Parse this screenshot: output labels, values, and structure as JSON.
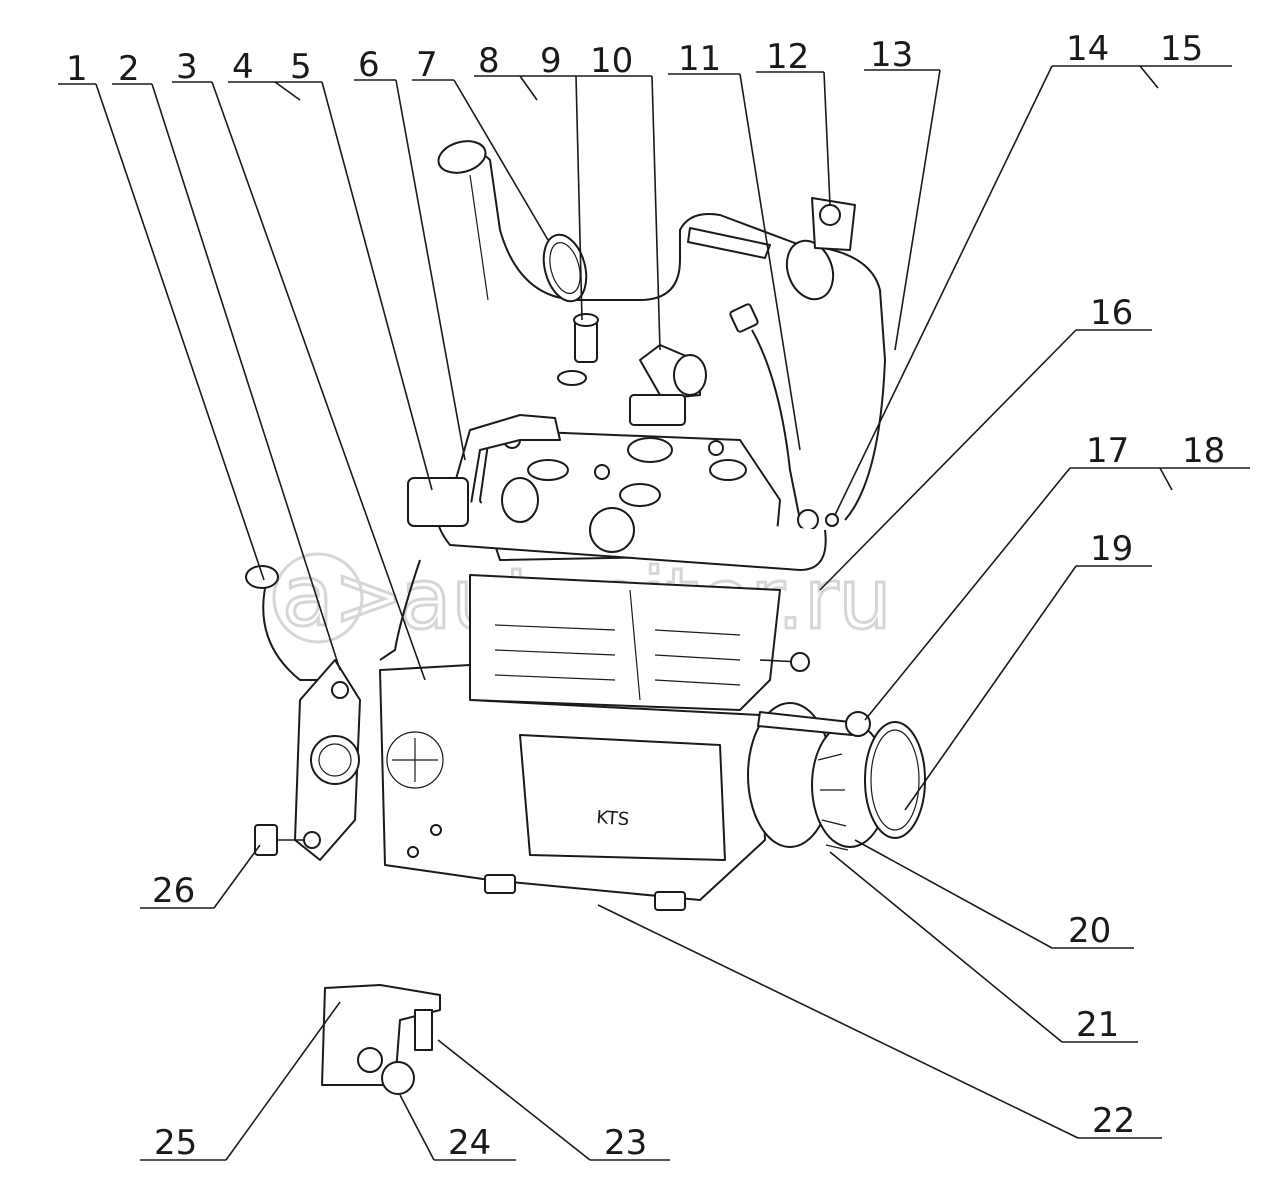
{
  "diagram": {
    "watermark": "autopiter.ru",
    "engraving": "KTS",
    "callouts": [
      "1",
      "2",
      "3",
      "4",
      "5",
      "6",
      "7",
      "8",
      "9",
      "10",
      "11",
      "12",
      "13",
      "14",
      "15",
      "16",
      "17",
      "18",
      "19",
      "20",
      "21",
      "22",
      "23",
      "24",
      "25",
      "26"
    ]
  }
}
